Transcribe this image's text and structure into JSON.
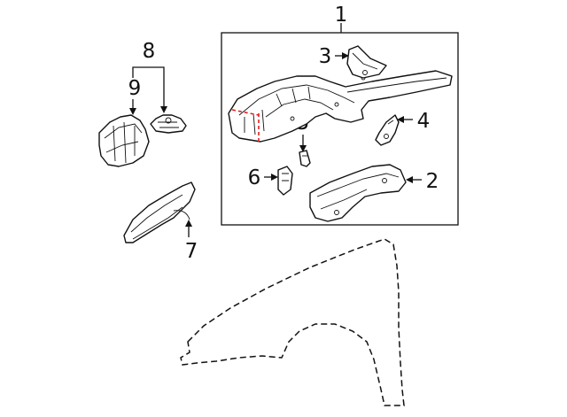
{
  "callouts": {
    "c1": "1",
    "c2": "2",
    "c3": "3",
    "c4": "4",
    "c5": "5",
    "c6": "6",
    "c7": "7",
    "c8": "8",
    "c9": "9"
  },
  "colors": {
    "line": "#111111",
    "highlight": "#e02020",
    "background": "#ffffff"
  }
}
